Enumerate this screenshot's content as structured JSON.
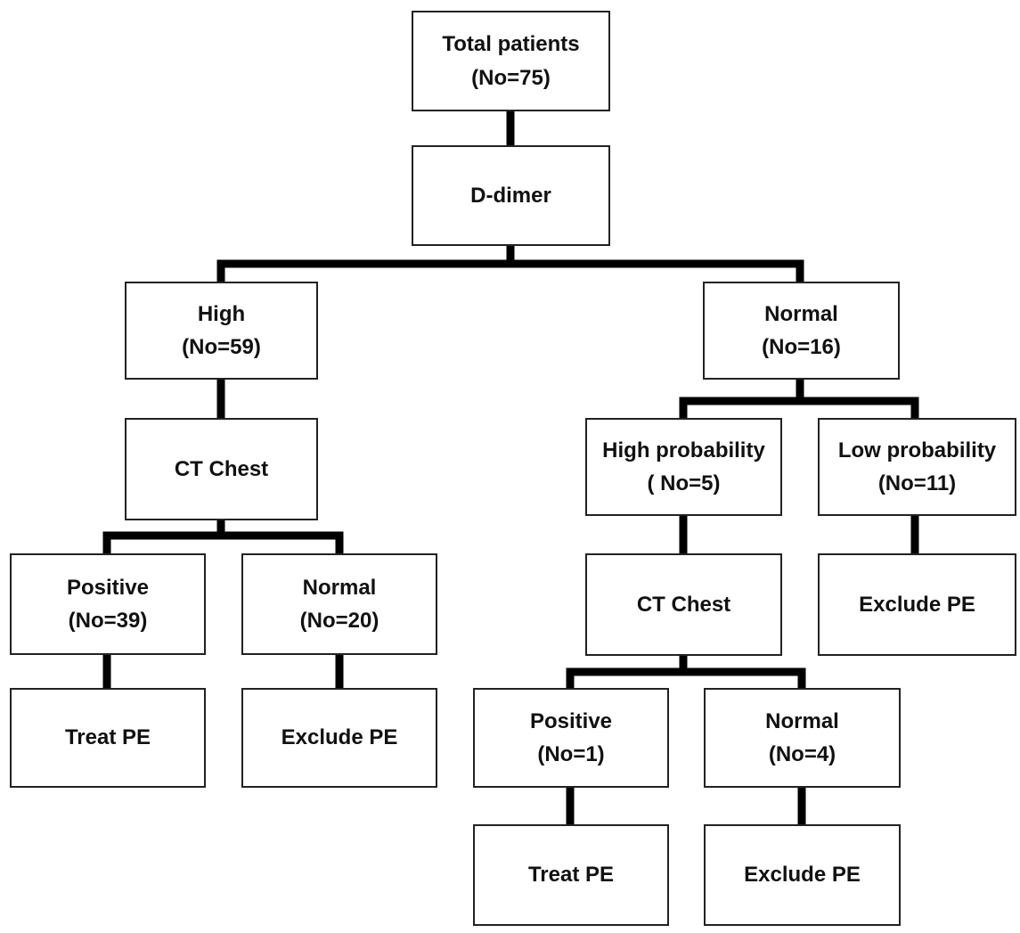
{
  "nodes": {
    "total": {
      "lines": [
        "Total  patients",
        "(No=75)"
      ]
    },
    "ddimer": {
      "lines": [
        "D-dimer",
        ""
      ]
    },
    "high": {
      "lines": [
        "High",
        "(No=59)"
      ]
    },
    "normal": {
      "lines": [
        "Normal",
        "(No=16)"
      ]
    },
    "ctchest_l": {
      "lines": [
        "CT Chest",
        ""
      ]
    },
    "high_prob": {
      "lines": [
        "High probability",
        "( No=5)"
      ]
    },
    "low_prob": {
      "lines": [
        "Low probability",
        "(No=11)"
      ]
    },
    "positive_l": {
      "lines": [
        "Positive",
        "(No=39)"
      ]
    },
    "normal_l": {
      "lines": [
        "Normal",
        "(No=20)"
      ]
    },
    "ctchest_r": {
      "lines": [
        "CT Chest",
        ""
      ]
    },
    "exclude_r1": {
      "lines": [
        "Exclude PE",
        ""
      ]
    },
    "treat_l": {
      "lines": [
        "Treat PE",
        ""
      ]
    },
    "exclude_l": {
      "lines": [
        "Exclude PE",
        ""
      ]
    },
    "positive_r": {
      "lines": [
        "Positive",
        "(No=1)"
      ]
    },
    "normal_r2": {
      "lines": [
        "Normal",
        "(No=4)"
      ]
    },
    "treat_r": {
      "lines": [
        "Treat PE",
        ""
      ]
    },
    "exclude_r2": {
      "lines": [
        "Exclude PE",
        ""
      ]
    }
  },
  "edges": [
    [
      "total",
      "ddimer"
    ],
    [
      "ddimer",
      "high"
    ],
    [
      "ddimer",
      "normal"
    ],
    [
      "high",
      "ctchest_l"
    ],
    [
      "ctchest_l",
      "positive_l"
    ],
    [
      "ctchest_l",
      "normal_l"
    ],
    [
      "positive_l",
      "treat_l"
    ],
    [
      "normal_l",
      "exclude_l"
    ],
    [
      "normal",
      "high_prob"
    ],
    [
      "normal",
      "low_prob"
    ],
    [
      "high_prob",
      "ctchest_r"
    ],
    [
      "low_prob",
      "exclude_r1"
    ],
    [
      "ctchest_r",
      "positive_r"
    ],
    [
      "ctchest_r",
      "normal_r2"
    ],
    [
      "positive_r",
      "treat_r"
    ],
    [
      "normal_r2",
      "exclude_r2"
    ]
  ],
  "colors": {
    "border": "#222222",
    "connector": "#000000",
    "text": "#111111",
    "background": "#ffffff"
  }
}
